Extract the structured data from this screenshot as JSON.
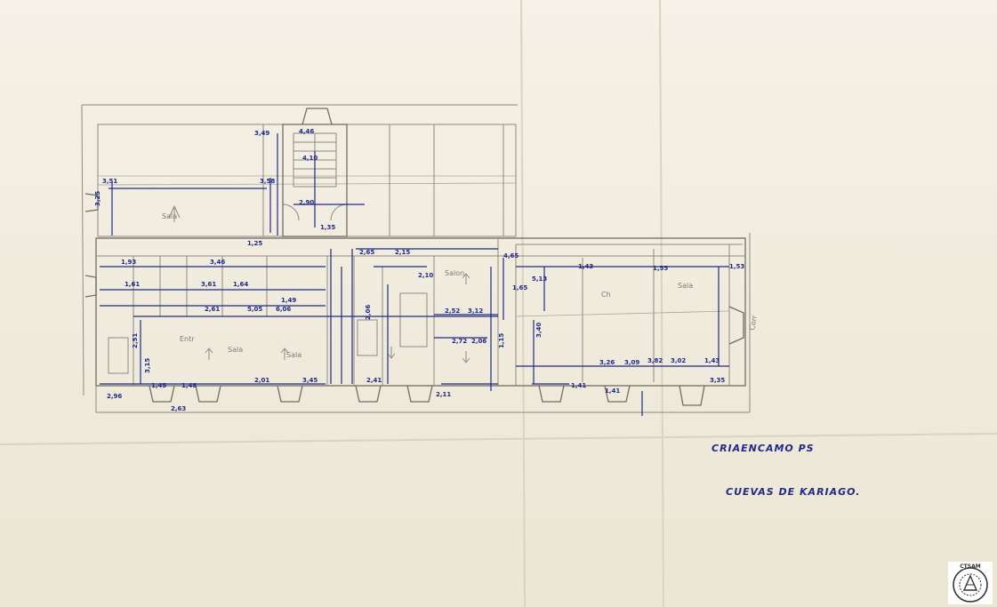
{
  "captions": {
    "title": "CRIAENCAMO PS",
    "subtitle": "CUEVAS DE KARIAGO."
  },
  "room_labels": [
    "Sala",
    "Sala",
    "Sala",
    "Entr",
    "Salon",
    "Ch",
    "Sala",
    "Corr"
  ],
  "stamp": {
    "text": "CTSAM"
  },
  "colors": {
    "ink": "#1f2a8a",
    "pencil": "#8c8a82",
    "paper": "#f3efe2"
  }
}
